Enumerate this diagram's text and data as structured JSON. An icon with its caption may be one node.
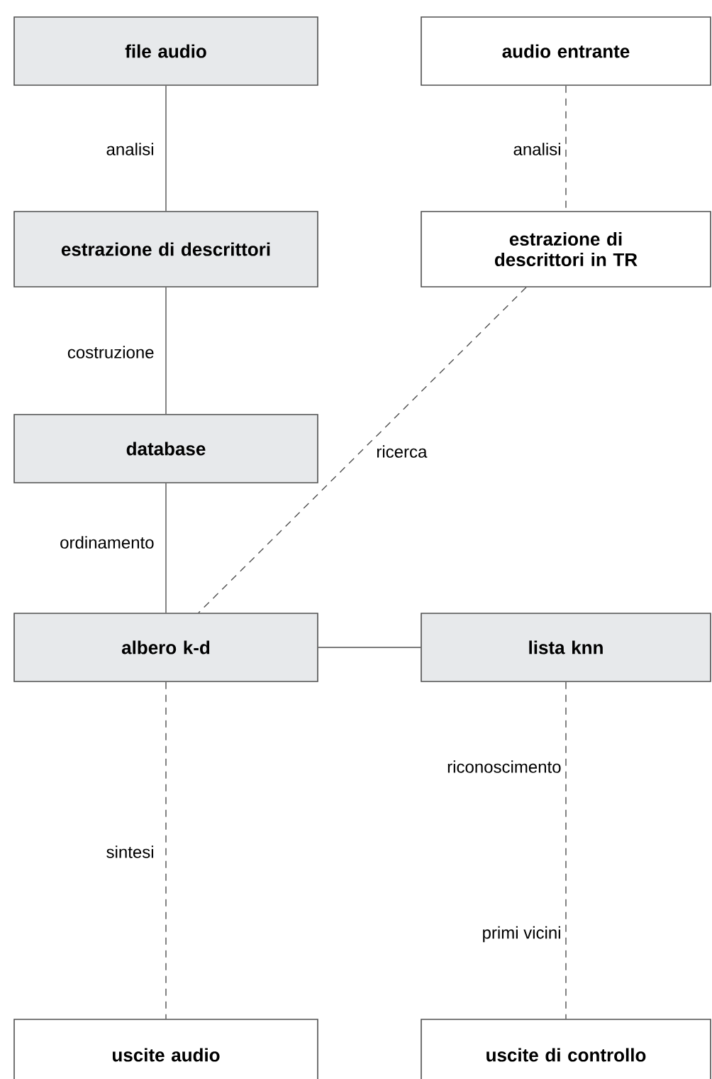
{
  "diagram": {
    "nodes": [
      {
        "text": [
          "file audio"
        ]
      },
      {
        "text": [
          "audio entrante"
        ]
      },
      {
        "text": [
          "estrazione di descrittori"
        ]
      },
      {
        "text": [
          "estrazione di descrittori in TR"
        ]
      },
      {
        "text": [
          "database"
        ]
      },
      {
        "text": [
          "albero k-d"
        ]
      },
      {
        "text": [
          "lista knn"
        ]
      },
      {
        "text": [
          "uscite audio"
        ]
      },
      {
        "text": [
          "uscite di controllo"
        ]
      }
    ],
    "edges": [
      {
        "from": 0,
        "to": 2,
        "arrow": "none",
        "label": "analisi"
      },
      {
        "from": 1,
        "to": 3,
        "arrow": "none",
        "label": "analisi",
        "style": "dashed"
      },
      {
        "from": 2,
        "to": 4,
        "arrow": "none",
        "label": "costruzione"
      },
      {
        "from": 3,
        "to": 5,
        "arrow": "none",
        "label": "ricerca",
        "style": "dashed"
      },
      {
        "from": 4,
        "to": 5,
        "arrow": "none",
        "label": "ordinamento"
      },
      {
        "from": 5,
        "to": 6,
        "arrow": "none"
      },
      {
        "from": 5,
        "to": 7,
        "arrow": "none",
        "label": "sintesi",
        "style": "dashed"
      },
      {
        "from": 6,
        "to": 8,
        "arrow": "none",
        "label": "riconoscimento",
        "style": "dashed"
      }
    ],
    "labels": [
      "primi vicini"
    ]
  }
}
